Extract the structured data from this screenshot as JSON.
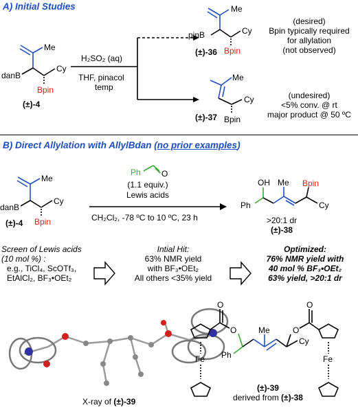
{
  "sectionA": {
    "title": "A) Initial Studies",
    "reagent_top": "H₂SO₂ (aq)",
    "reagent_bottom": [
      "THF, pinacol",
      "temp"
    ],
    "sm": {
      "label": "(±)-4",
      "danB": "danB",
      "cy": "Cy",
      "bpin": "Bpin",
      "me": "Me"
    },
    "p36": {
      "label": "(±)-36",
      "pinB": "pinB",
      "cy": "Cy",
      "bpin": "Bpin",
      "me": "Me"
    },
    "p37": {
      "label": "(±)-37",
      "cy": "Cy",
      "bpin": "Bpin",
      "me": "Me"
    },
    "note36": [
      "(desired)",
      "Bpin typically required",
      "for allylation",
      "(not observed)"
    ],
    "note37": [
      "(undesired)",
      "<5% conv. @ rt",
      "major product @ 50 ºC"
    ]
  },
  "sectionB": {
    "title_main": "B) Direct Allylation with AllylBdan (",
    "title_underlined": "no prior examples",
    "title_close": ")",
    "aldehyde_ph": "Ph",
    "aldehyde_o": "O",
    "equiv": "(1.1 equiv.)",
    "lewis": "Lewis acids",
    "conditions": "CH₂Cl₂, -78 ºC to 10 ºC, 23 h",
    "sm": {
      "label": "(±)-4",
      "danB": "danB",
      "cy": "Cy",
      "bpin": "Bpin",
      "me": "Me"
    },
    "p38": {
      "label": "(±)-38",
      "oh": "OH",
      "ph": "Ph",
      "me": "Me",
      "bpin": "Bpin",
      "cy": "Cy",
      "dr": ">20:1 dr"
    },
    "screen": [
      "Screen of Lewis acids",
      "(10 mol %) :",
      "e.g., TiCl₄, ScOTf₃,",
      "EtAlCl₂, BF₃•OEt₂"
    ],
    "hit": [
      "Intial Hit:",
      "63% NMR yield",
      "with BF₃•OEt₂",
      "All others <35% yield"
    ],
    "optimized": [
      "Optimized:",
      "76% NMR yield with",
      "40 mol % BF₃•OEt₂",
      "63% yield, >20:1 dr"
    ]
  },
  "sectionC": {
    "xray_caption_prefix": "X-ray of ",
    "xray_caption_label": "(±)-39",
    "p39": {
      "label": "(±)-39",
      "fe1": "Fe",
      "fe2": "Fe",
      "ph": "Ph",
      "me": "Me",
      "cy": "Cy",
      "o1": "O",
      "o2": "O",
      "o3": "O",
      "o4": "O"
    },
    "derived_prefix": "derived from ",
    "derived_label": "(±)-38"
  },
  "colors": {
    "blue": "#1f4fbf",
    "red": "#e0201b",
    "green": "#3aa935",
    "iron": "#3030a0"
  }
}
